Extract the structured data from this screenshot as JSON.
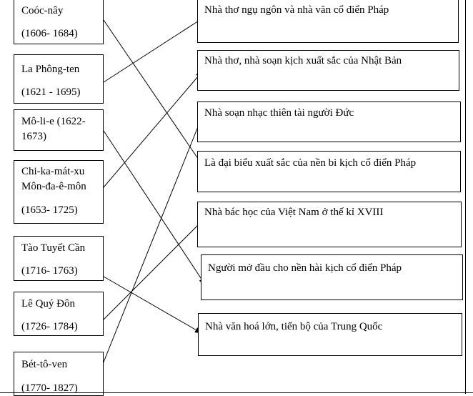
{
  "people": [
    {
      "name": "Coóc-nây",
      "years": "(1606- 1684)"
    },
    {
      "name": "La Phông-ten",
      "years": "(1621 - 1695)"
    },
    {
      "name_line1": "Mô-li-e (1622-",
      "name_line2": "1673)"
    },
    {
      "name_line1": "Chi-ka-mát-xu",
      "name_line2": "Môn-đa-ê-môn",
      "years": "(1653- 1725)"
    },
    {
      "name": "Tào Tuyết Cần",
      "years": "(1716- 1763)"
    },
    {
      "name": "Lê Quý Đôn",
      "years": "(1726- 1784)"
    },
    {
      "name": "Bét-tô-ven",
      "years": "(1770- 1827)"
    }
  ],
  "descriptions": [
    "Nhà thơ ngụ ngôn và nhà văn cổ điển Pháp",
    "Nhà thơ, nhà soạn kịch xuất sắc của Nhật Bản",
    "Nhà soạn nhạc thiên tài người Đức",
    "Là đại biểu xuất sắc của nền bi kịch cổ điển Pháp",
    "Nhà bác học của Việt Nam ở thế kỉ XVIII",
    "Người mở đầu cho nền hài kịch cổ điển Pháp",
    "Nhà văn hoá lớn, tiến bộ của Trung Quốc"
  ],
  "matches": [
    {
      "person": "Coóc-nây",
      "description": "Là đại biểu xuất sắc của nền bi kịch cổ điển Pháp"
    },
    {
      "person": "La Phông-ten",
      "description": "Nhà thơ ngụ ngôn và nhà văn cổ điển Pháp"
    },
    {
      "person": "Mô-li-e",
      "description": "Người mở đầu cho nền hài kịch cổ điển Pháp"
    },
    {
      "person": "Chi-ka-mát-xu Môn-đa-ê-môn",
      "description": "Nhà thơ, nhà soạn kịch xuất sắc của Nhật Bản"
    },
    {
      "person": "Tào Tuyết Cần",
      "description": "Nhà văn hoá lớn, tiến bộ của Trung Quốc"
    },
    {
      "person": "Lê Quý Đôn",
      "description": "Nhà bác học của Việt Nam ở thế kỉ XVIII"
    },
    {
      "person": "Bét-tô-ven",
      "description": "Nhà soạn nhạc thiên tài người Đức"
    }
  ],
  "colors": {
    "line": "#000000",
    "box_border": "#000000",
    "background": "#ffffff"
  }
}
